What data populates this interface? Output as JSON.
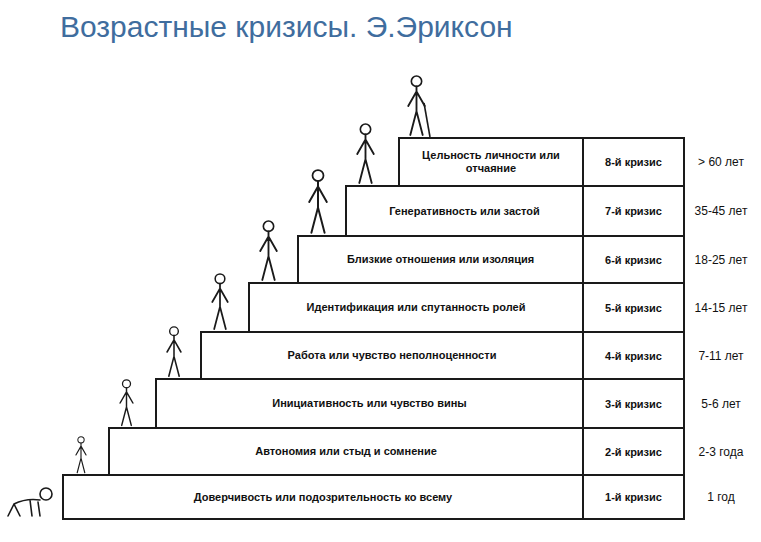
{
  "diagram": {
    "title": "Возрастные кризисы. Э.Эриксон",
    "nodes": [
      {
        "text": [
          "Цельность личности или отчаяние",
          "8-й кризис",
          "> 60 лет"
        ]
      },
      {
        "text": [
          "Генеративность или застой",
          "7-й кризис",
          "35-45 лет"
        ]
      },
      {
        "text": [
          "Близкие отношения или изоляция",
          "6-й кризис",
          "18-25 лет"
        ]
      },
      {
        "text": [
          "Идентификация или спутанность ролей",
          "5-й кризис",
          "14-15 лет"
        ]
      },
      {
        "text": [
          "Работа или чувство неполноценности",
          "4-й кризис",
          "7-11 лет"
        ]
      },
      {
        "text": [
          "Инициативность или чувство вины",
          "3-й кризис",
          "5-6 лет"
        ]
      },
      {
        "text": [
          "Автономия или стыд и сомнение",
          "2-й кризис",
          "2-3 года"
        ]
      },
      {
        "text": [
          "Доверчивость или подозрительность ко всему",
          "1-й кризис",
          "1 год"
        ]
      }
    ]
  }
}
